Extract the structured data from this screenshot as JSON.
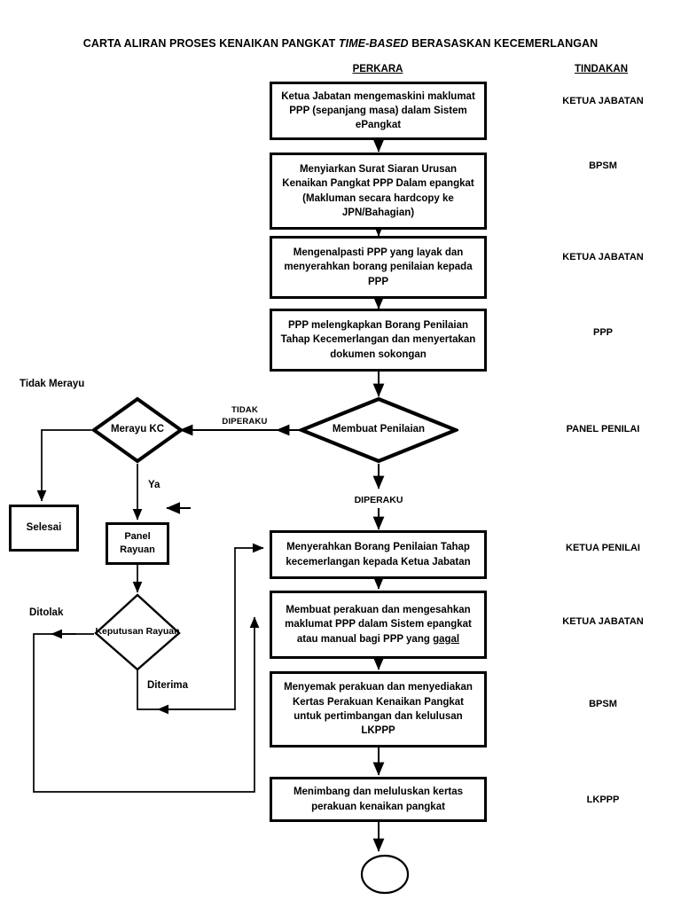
{
  "document": {
    "title_part1": "CARTA ALIRAN PROSES KENAIKAN PANGKAT ",
    "title_italic": "TIME-BASED",
    "title_part2": " BERASASKAN KECEMERLANGAN",
    "title_full": "CARTA ALIRAN PROSES KENAIKAN PANGKAT TIME-BASED BERASASKAN KECEMERLANGAN"
  },
  "headers": {
    "perkara": "PERKARA",
    "tindakan": "TINDAKAN"
  },
  "process_steps": [
    {
      "id": "step1",
      "text": "Ketua Jabatan mengemaskini maklumat PPP (sepanjang masa) dalam Sistem ePangkat",
      "action": "KETUA JABATAN"
    },
    {
      "id": "step2",
      "text": "Menyiarkan Surat Siaran Urusan Kenaikan Pangkat PPP Dalam epangkat (Makluman secara hardcopy ke JPN/Bahagian)",
      "action": "BPSM"
    },
    {
      "id": "step3",
      "text": "Mengenalpasti PPP yang layak  dan menyerahkan borang penilaian kepada PPP",
      "action": "KETUA JABATAN"
    },
    {
      "id": "step4",
      "text": "PPP melengkapkan Borang Penilaian Tahap Kecemerlangan dan menyertakan dokumen sokongan",
      "action": "PPP"
    },
    {
      "id": "step5",
      "text": "Menyerahkan Borang Penilaian Tahap kecemerlangan kepada Ketua Jabatan",
      "action": "KETUA PENILAI"
    },
    {
      "id": "step6",
      "text": "Membuat perakuan dan mengesahkan maklumat PPP dalam Sistem epangkat atau manual bagi PPP yang gagal",
      "action": "KETUA JABATAN",
      "underlined_word": "gagal"
    },
    {
      "id": "step7",
      "text": "Menyemak perakuan dan menyediakan Kertas Perakuan Kenaikan Pangkat untuk pertimbangan dan kelulusan LKPPP",
      "action": "BPSM"
    },
    {
      "id": "step8",
      "text": "Menimbang dan meluluskan kertas perakuan kenaikan pangkat",
      "action": "LKPPP"
    }
  ],
  "decisions": [
    {
      "id": "membuat-penilaian",
      "text": "Membuat Penilaian",
      "action": "PANEL PENILAI"
    },
    {
      "id": "merayu-kc",
      "text": "Merayu KC",
      "action": ""
    },
    {
      "id": "keputusan-rayuan",
      "text": "Keputusan Rayuan",
      "action": ""
    }
  ],
  "terminals": [
    {
      "id": "selesai",
      "text": "Selesai"
    },
    {
      "id": "panel-rayuan",
      "text": "Panel Rayuan"
    }
  ],
  "edge_labels": {
    "tidak_merayu": "Tidak Merayu",
    "tidak_diperaku": "TIDAK DIPERAKU",
    "diperaku": "DIPERAKU",
    "ya": "Ya",
    "ditolak": "Ditolak",
    "diterima": "Diterima"
  },
  "colors": {
    "stroke": "#000000",
    "background": "#ffffff",
    "text": "#000000"
  }
}
